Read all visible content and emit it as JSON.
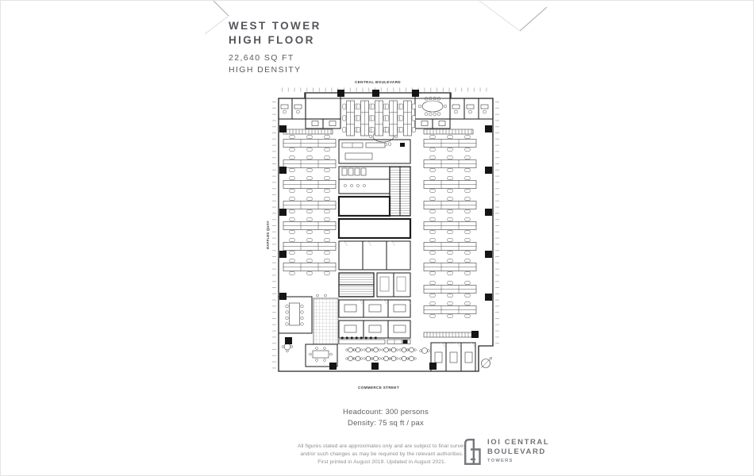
{
  "header": {
    "title_line1": "WEST TOWER",
    "title_line2": "HIGH FLOOR",
    "subtitle_line1": "22,640 SQ FT",
    "subtitle_line2": "HIGH DENSITY"
  },
  "plan": {
    "street_top": "CENTRAL BOULEVARD",
    "street_left": "RAFFLES QUAY",
    "street_bottom": "COMMERCE STREET"
  },
  "stats": {
    "headcount": "Headcount: 300 persons",
    "density": "Density: 75 sq ft / pax"
  },
  "disclaimer": {
    "line1": "All figures stated are approximates only and are subject to final survey",
    "line2": "and/or such changes as may be required by the relevant authorities.",
    "line3": "First printed in August 2019. Updated in August 2021."
  },
  "logo": {
    "name_line1": "IOI CENTRAL",
    "name_line2": "BOULEVARD",
    "name_line3": "TOWERS"
  },
  "colors": {
    "ink": "#2e2e2e",
    "title_text": "#54565a",
    "muted_text": "#8d8d8d",
    "logo_text": "#6f7276"
  }
}
